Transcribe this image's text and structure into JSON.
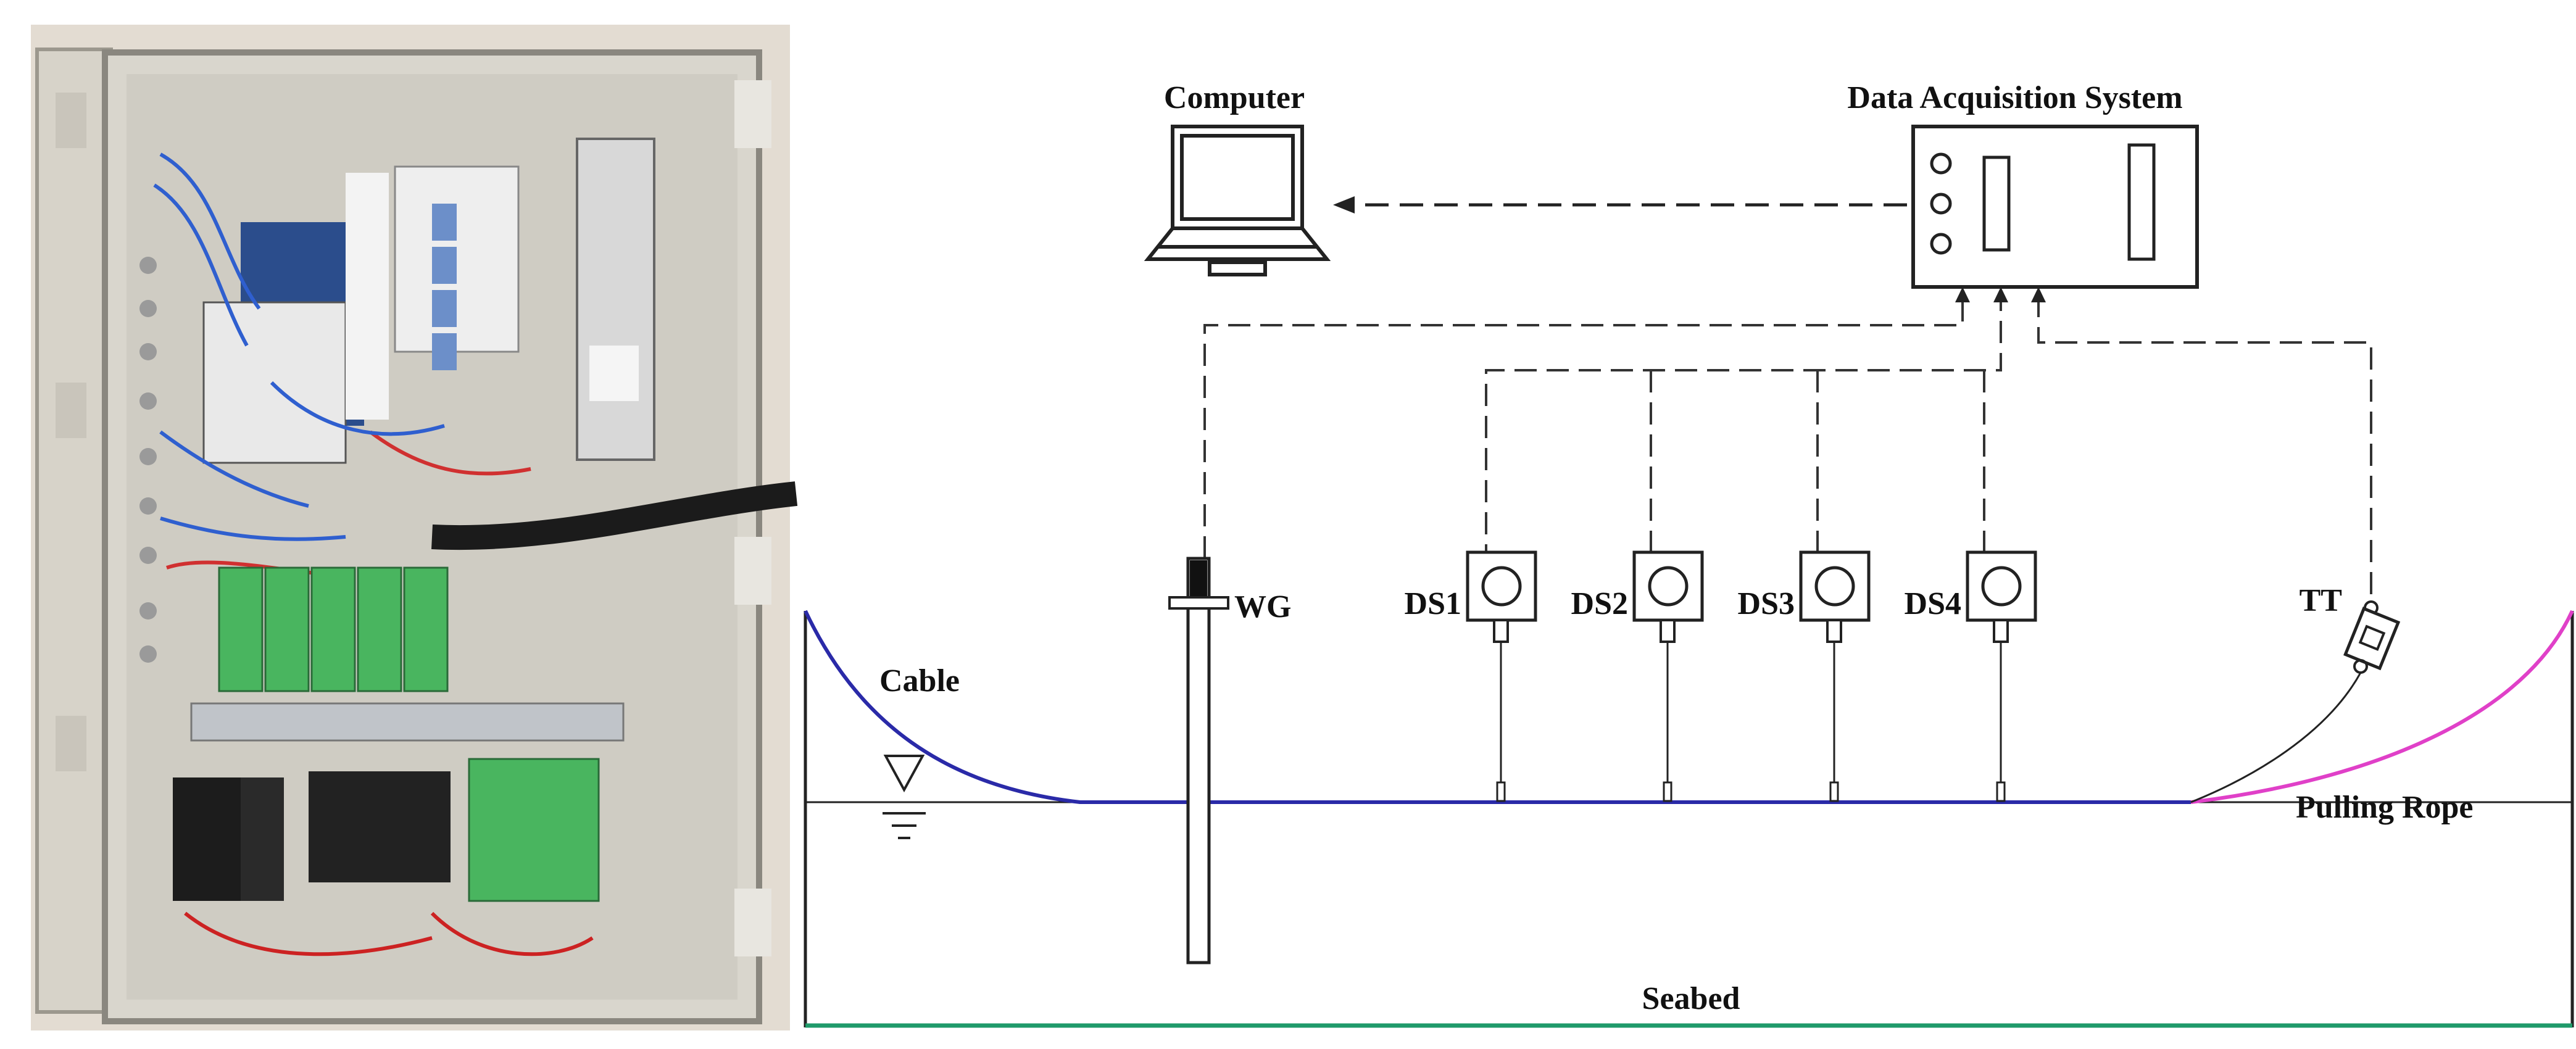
{
  "photo_panel": {
    "type": "photograph of control cabinet"
  },
  "schematic": {
    "computer_label": "Computer",
    "daq_label": "Data Acquisition System",
    "wave_gauge_label": "WG",
    "displacement_sensors": [
      {
        "label": "DS1"
      },
      {
        "label": "DS2"
      },
      {
        "label": "DS3"
      },
      {
        "label": "DS4"
      }
    ],
    "tension_label": "TT",
    "cable_label": "Cable",
    "pulling_rope_label": "Pulling Rope",
    "seabed_label": "Seabed",
    "colors": {
      "cable": "#2a2aa8",
      "pulling_rope": "#e040c8",
      "seabed": "#1f9a6a",
      "line": "#222222"
    }
  }
}
